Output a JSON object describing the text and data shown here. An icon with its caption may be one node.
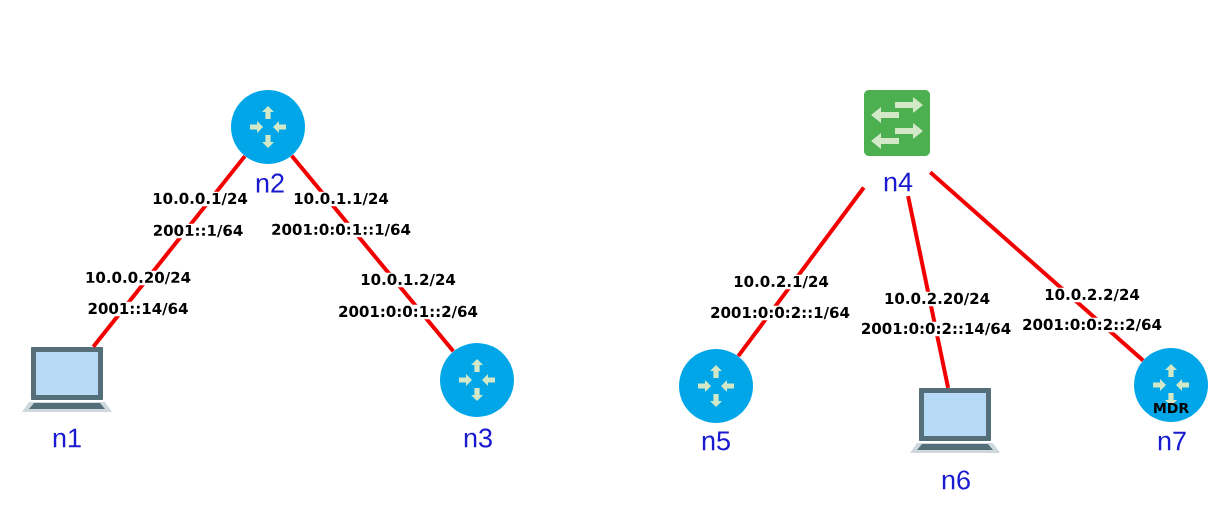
{
  "diagram": {
    "nodes": [
      {
        "text": [
          "n1"
        ]
      },
      {
        "text": [
          "n2"
        ]
      },
      {
        "text": [
          "n3"
        ]
      },
      {
        "text": [
          "n4"
        ]
      },
      {
        "text": [
          "n5"
        ]
      },
      {
        "text": [
          "n6"
        ]
      },
      {
        "text": [
          "MDR",
          "n7"
        ]
      }
    ],
    "edges": [
      {
        "from": 0,
        "to": 1,
        "arrow": "none"
      },
      {
        "from": 1,
        "to": 2,
        "arrow": "none"
      },
      {
        "from": 3,
        "to": 4,
        "arrow": "none"
      },
      {
        "from": 3,
        "to": 5,
        "arrow": "none"
      },
      {
        "from": 3,
        "to": 6,
        "arrow": "none"
      }
    ],
    "labels": [
      "10.0.0.1/24",
      "2001::1/64",
      "10.0.1.1/24",
      "2001:0:0:1::1/64",
      "10.0.0.20/24",
      "2001::14/64",
      "10.0.1.2/24",
      "2001:0:0:1::2/64",
      "10.0.2.1/24",
      "2001:0:0:2::1/64",
      "10.0.2.20/24",
      "2001:0:0:2::14/64",
      "10.0.2.2/24",
      "2001:0:0:2::2/64"
    ]
  }
}
